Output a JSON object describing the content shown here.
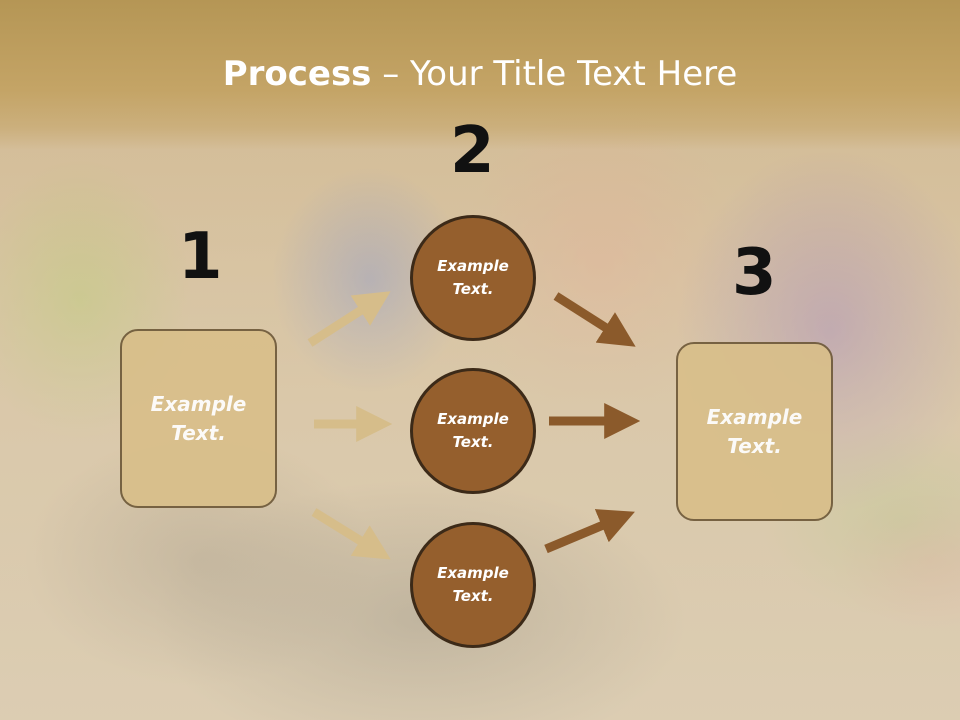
{
  "title": {
    "bold": "Process",
    "rest": " – Your Title Text Here"
  },
  "numbers": {
    "one": "1",
    "two": "2",
    "three": "3"
  },
  "boxes": {
    "left": "Example\nText.",
    "right": "Example\nText."
  },
  "circles": [
    {
      "label": "Example\nText."
    },
    {
      "label": "Example\nText."
    },
    {
      "label": "Example\nText."
    }
  ],
  "colors": {
    "title_band": "#b59655",
    "box_fill": "#d9bf8a",
    "circle_fill": "#955f2d",
    "arrow_light": "#d6bd8a",
    "arrow_dark": "#8b5a2b",
    "number_text": "#111111"
  }
}
